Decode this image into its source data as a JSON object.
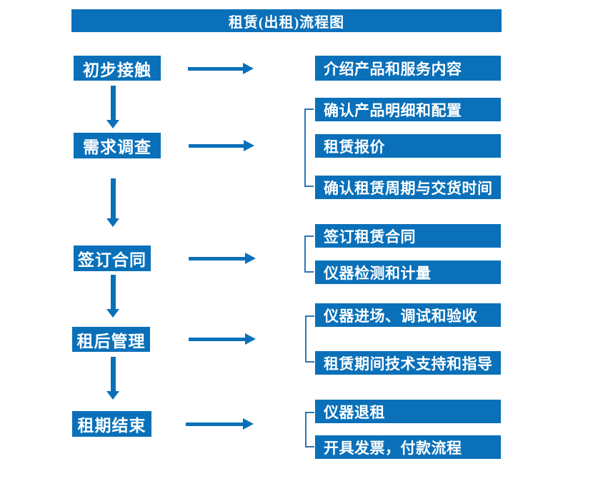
{
  "title": "租赁(出租)流程图",
  "colors": {
    "primary": "#0A70B9",
    "bracket": "#2E74B5",
    "text": "#ffffff",
    "background": "#ffffff"
  },
  "steps": [
    {
      "label": "初步接触",
      "details": [
        "介绍产品和服务内容"
      ]
    },
    {
      "label": "需求调查",
      "details": [
        "确认产品明细和配置",
        "租赁报价",
        "确认租赁周期与交货时间"
      ]
    },
    {
      "label": "签订合同",
      "details": [
        "签订租赁合同",
        "仪器检测和计量"
      ]
    },
    {
      "label": "租后管理",
      "details": [
        "仪器进场、调试和验收",
        "租赁期间技术支持和指导"
      ]
    },
    {
      "label": "租期结束",
      "details": [
        "仪器退租",
        "开具发票，付款流程"
      ]
    }
  ]
}
